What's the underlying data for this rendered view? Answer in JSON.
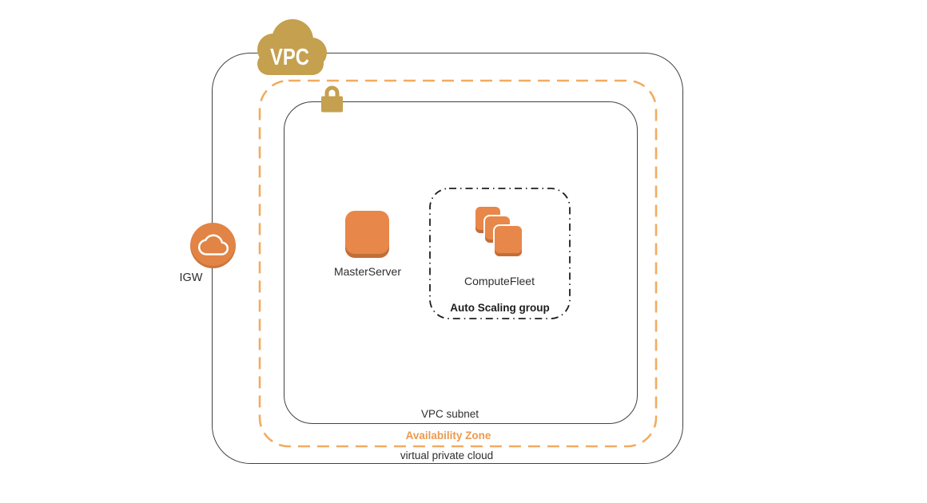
{
  "diagram": {
    "labels": {
      "vpc_badge": "VPC",
      "igw": "IGW",
      "master_server": "MasterServer",
      "compute_fleet": "ComputeFleet",
      "auto_scaling_group": "Auto Scaling group",
      "vpc_subnet": "VPC subnet",
      "availability_zone": "Availability Zone",
      "virtual_private_cloud": "virtual private cloud"
    },
    "icons": {
      "vpc_cloud_icon": "gold AWS cloud badge",
      "lock_icon": "gold padlock on subnet border",
      "igw_icon": "orange circle with white cloud outline",
      "master_server_icon": "orange rounded square instance",
      "compute_fleet_icon": "three stacked orange instance squares"
    },
    "colors": {
      "gold": "#C4A04F",
      "icon_orange": "#E8874A",
      "icon_orange_shadow": "#C0713A",
      "igw_orange": "#E18445",
      "az_dash_orange": "#F1AC60",
      "az_text_orange": "#EC9A4E",
      "boundary_dark": "#424242",
      "asg_dash_dark": "#1E1E1E",
      "text_dark": "#2E2E2E",
      "background": "#FFFFFF"
    }
  }
}
